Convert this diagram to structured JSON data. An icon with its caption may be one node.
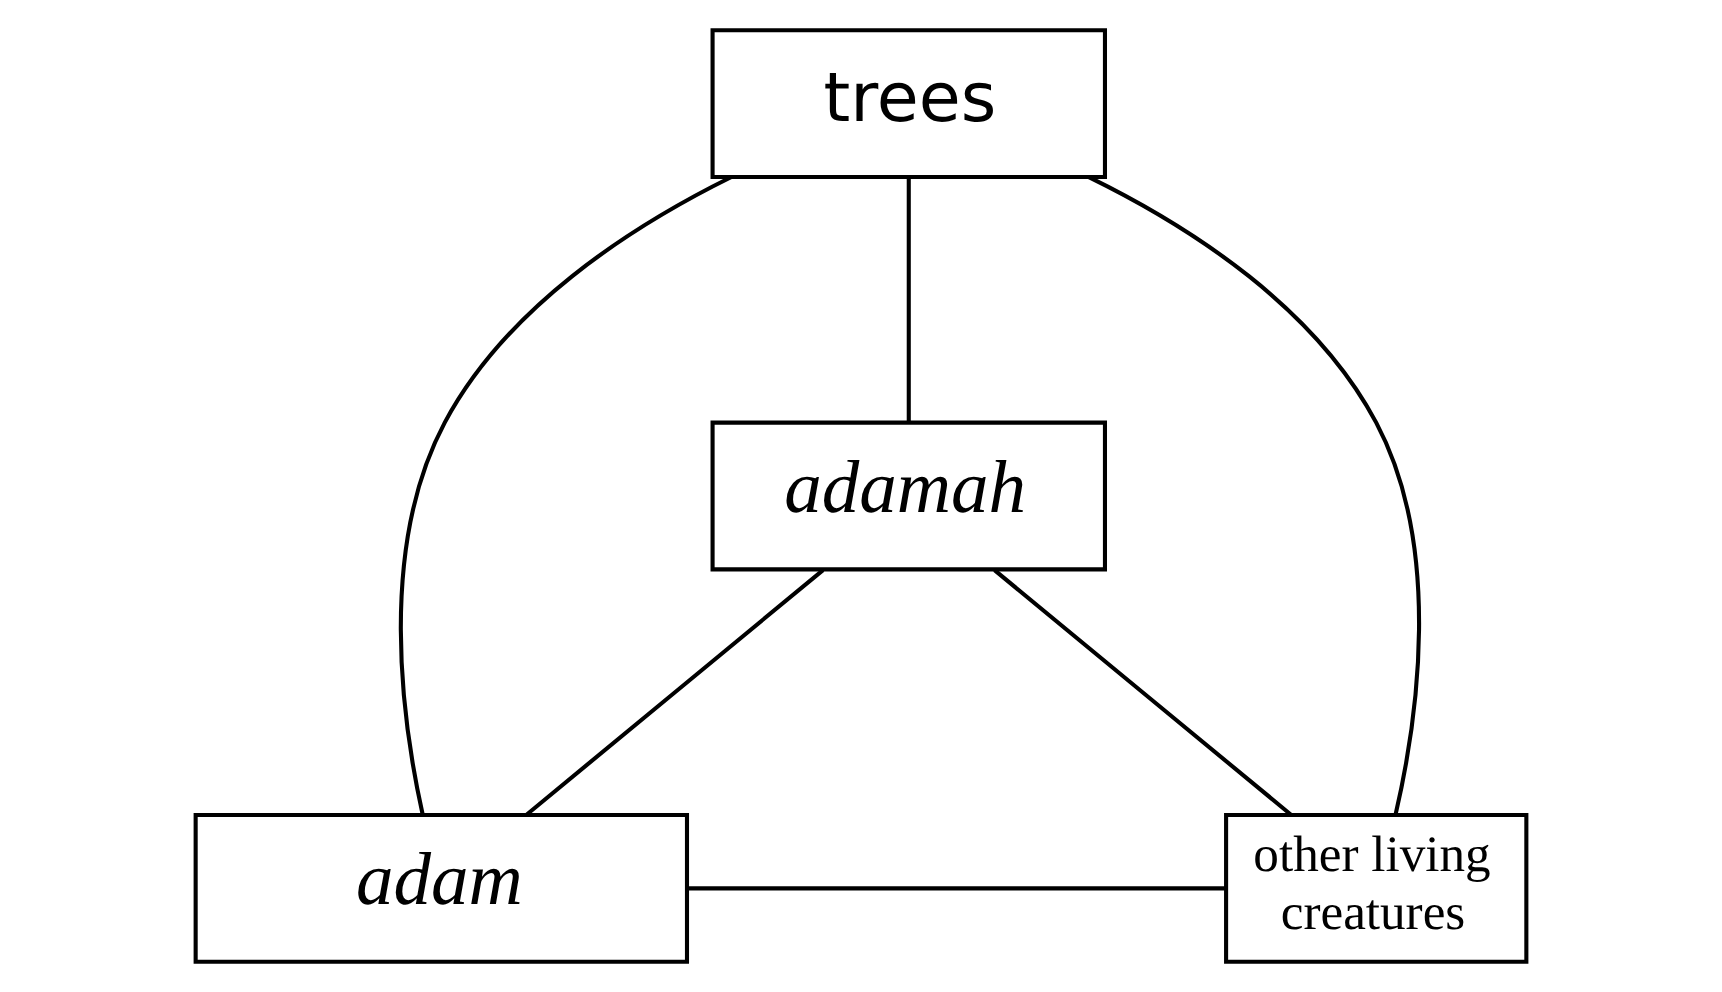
{
  "diagram": {
    "nodes": [
      {
        "text": [
          "trees"
        ]
      },
      {
        "text": [
          "adamah"
        ]
      },
      {
        "text": [
          "adam"
        ]
      },
      {
        "text": [
          "other living creatures"
        ]
      }
    ],
    "edges": [
      {
        "from": 0,
        "to": 1,
        "arrow": "none"
      },
      {
        "from": 0,
        "to": 2,
        "arrow": "none"
      },
      {
        "from": 0,
        "to": 3,
        "arrow": "none"
      },
      {
        "from": 1,
        "to": 2,
        "arrow": "none"
      },
      {
        "from": 1,
        "to": 3,
        "arrow": "none"
      },
      {
        "from": 2,
        "to": 3,
        "arrow": "none"
      }
    ]
  }
}
